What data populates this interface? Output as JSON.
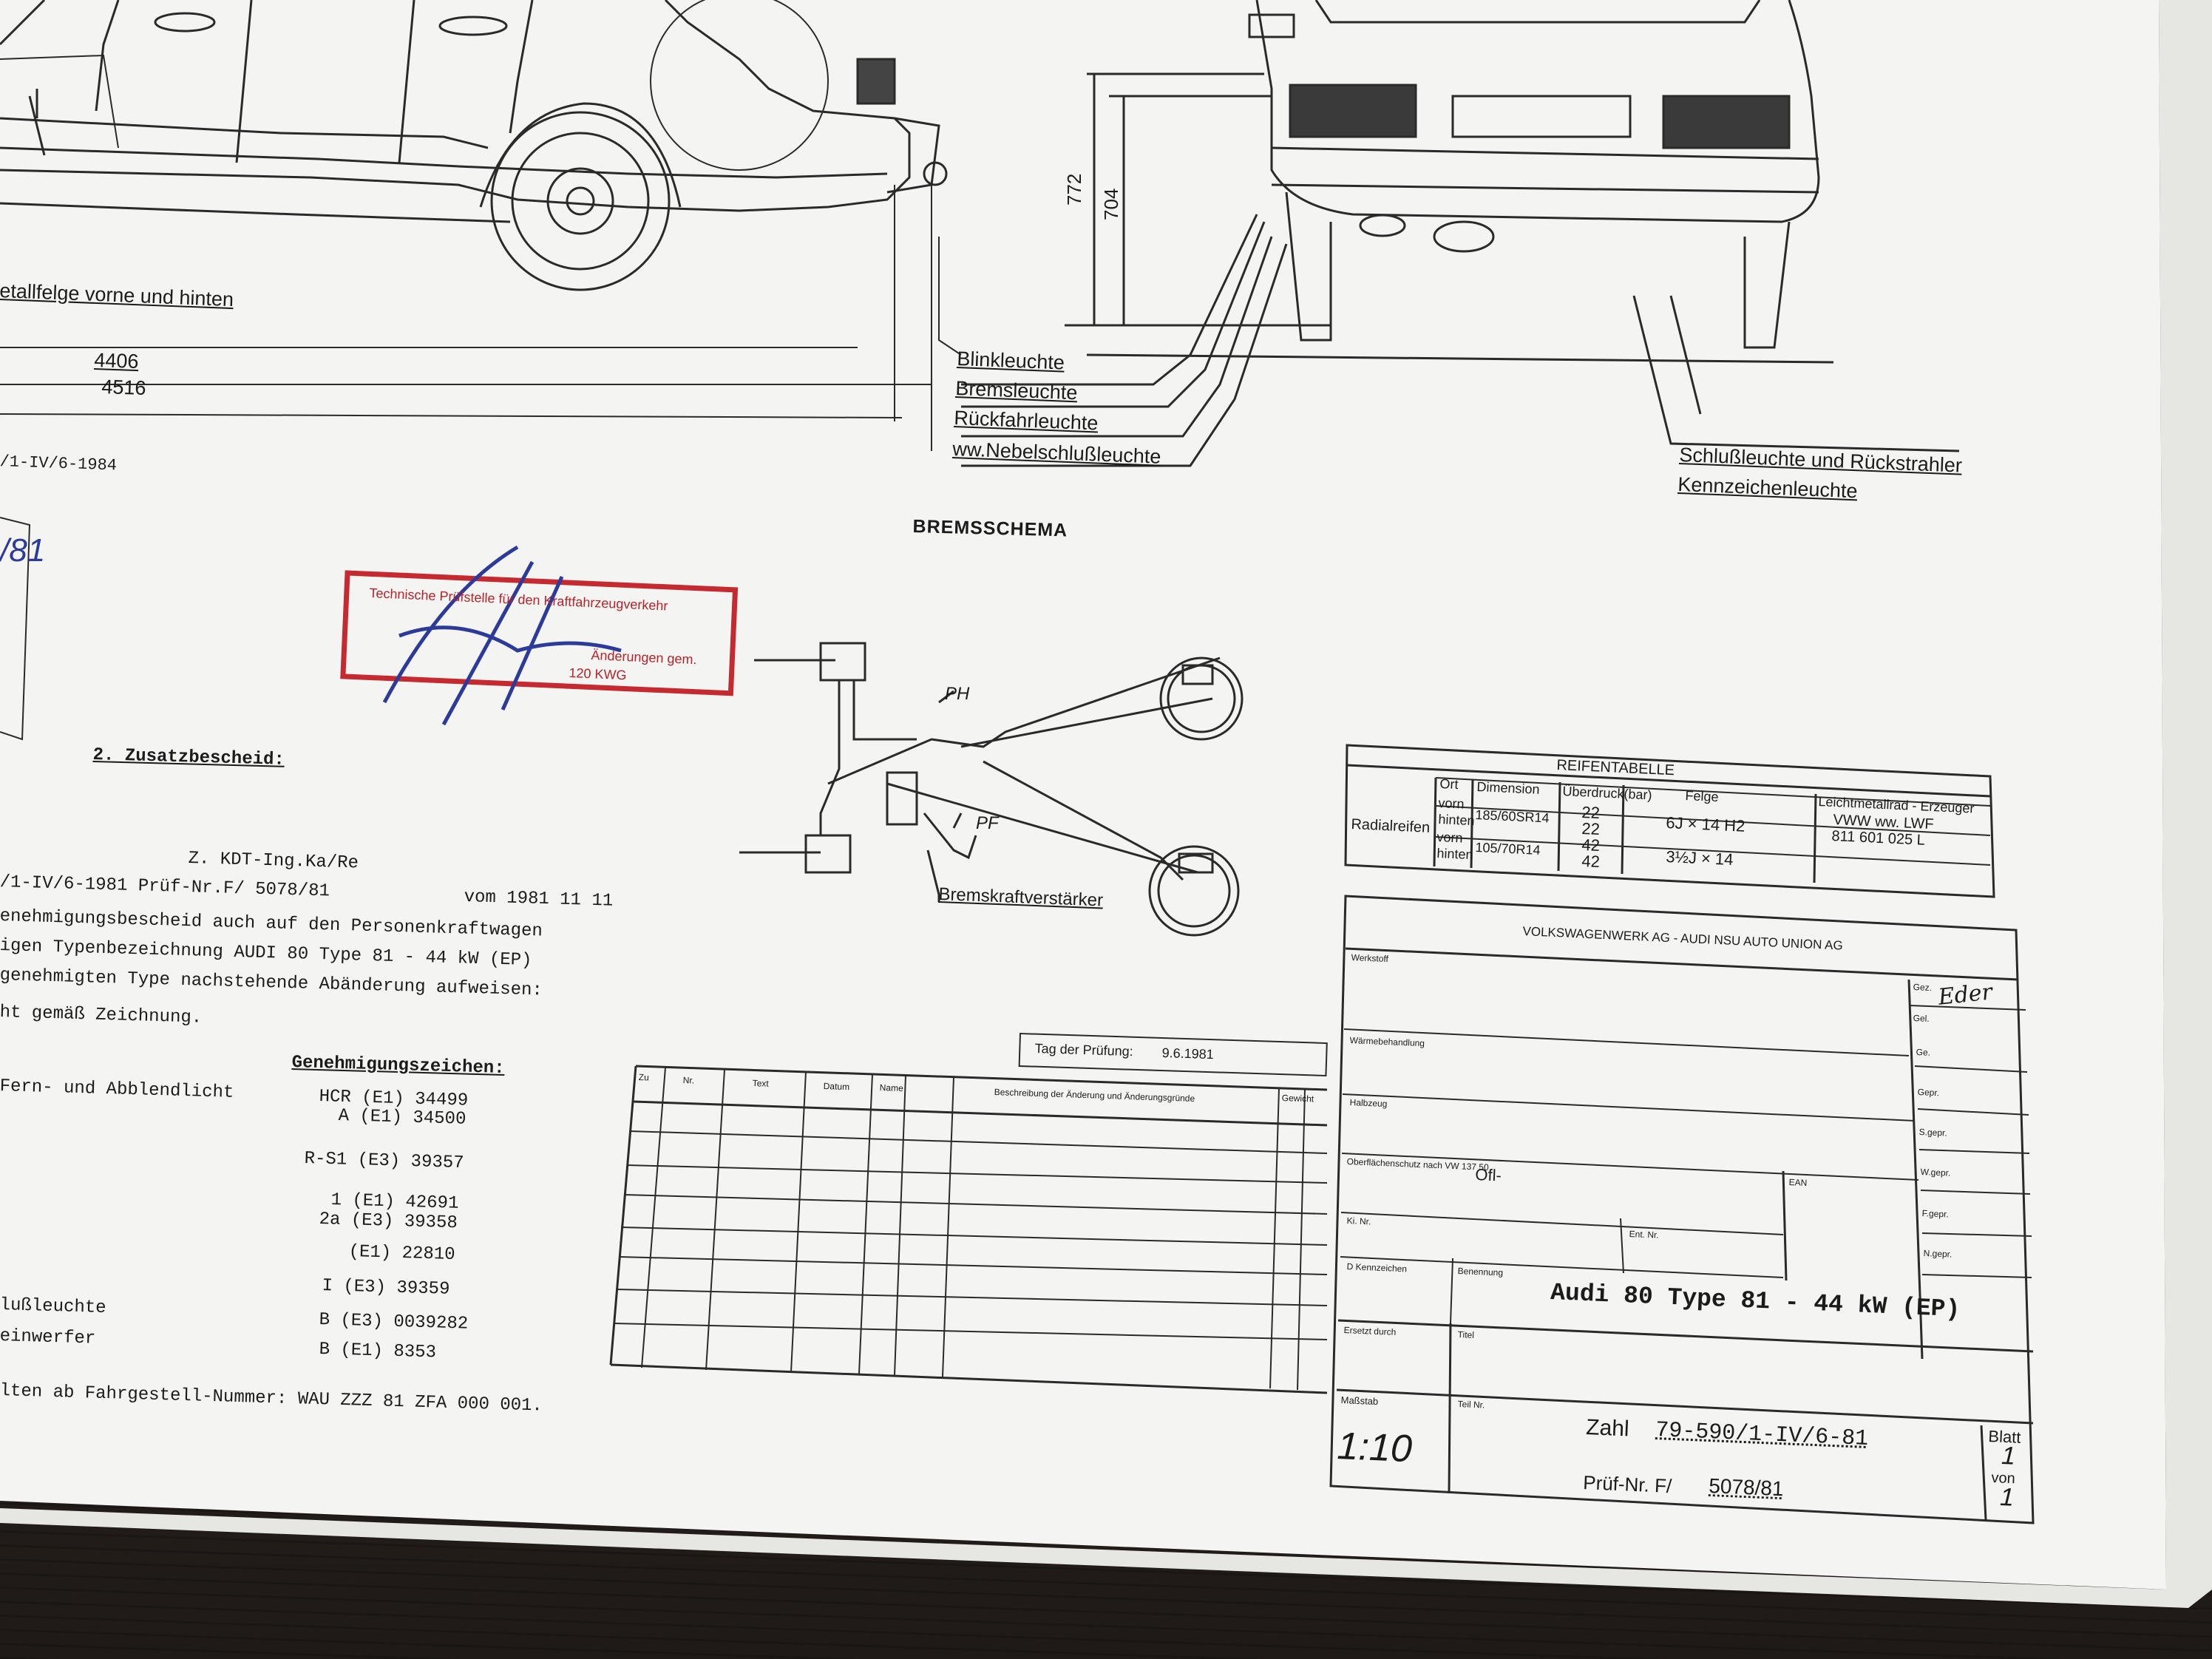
{
  "drawing": {
    "side_notes": {
      "rim_label": "etallfelge vorne und hinten",
      "dim_upper": "4406",
      "dim_lower": "4516",
      "ref_code": "/1-IV/6-1984"
    },
    "rear_dims": {
      "outer": "772",
      "inner": "704"
    },
    "light_labels": [
      "Blinkleuchte",
      "Bremsleuchte",
      "Rückfahrleuchte",
      "ww.Nebelschlußleuchte"
    ],
    "right_labels": [
      "Schlußleuchte und Rückstrahler",
      "Kennzeichenleuchte"
    ],
    "brake": {
      "title": "BREMSSCHEMA",
      "ph": "PH",
      "pf": "PF",
      "booster": "Bremskraftverstärker"
    },
    "left_fragment": "/81",
    "stamp": {
      "line1": "Technische Prüfstelle für den Kraftfahrzeugverkehr",
      "line2": "Änderungen gem.",
      "line3": "120 KWG"
    }
  },
  "document": {
    "heading": "2. Zusatzbescheid:",
    "ref_line": "Z.   KDT-Ing.Ka/Re",
    "line1": "/1-IV/6-1981   Prüf-Nr.F/ 5078/81",
    "line1_right": "vom   1981 11 11",
    "line2": "enehmigungsbescheid auch auf den Personenkraftwagen",
    "line3": "igen Typenbezeichnung  AUDI 80 Type 81 - 44 kW (EP)",
    "line4": " genehmigten Type nachstehende Abänderung aufweisen:",
    "line5": "ht gemäß Zeichnung.",
    "approvals_header": "Genehmigungszeichen:",
    "item_label_1": " Fern- und Abblendlicht",
    "codes": [
      "HCR (E1) 34499",
      "A (E1) 34500",
      "R-S1 (E3) 39357",
      "1 (E1) 42691",
      "2a (E3) 39358",
      "(E1) 22810",
      "I (E3) 39359",
      "B (E3) 0039282",
      "B (E1) 8353"
    ],
    "item_label_2": "lußleuchte",
    "item_label_3": "einwerfer",
    "footer": "lten ab Fahrgestell-Nummer: WAU ZZZ 81 ZFA 000 001."
  },
  "tire_table": {
    "title": "REIFENTABELLE",
    "headers": [
      "Ort",
      "Dimension",
      "Überdruck(bar)",
      "Felge",
      "Leichtmetallrad - Erzeuger"
    ],
    "row_label": "Radialreifen",
    "rows": [
      {
        "pos": "vorn",
        "dim": "185/60SR14",
        "pressure": "22",
        "rim": "6J × 14 H2",
        "maker": "VWW ww. LWF"
      },
      {
        "pos": "hinten",
        "dim": "",
        "pressure": "22",
        "rim": "",
        "maker": "811 601 025 L"
      },
      {
        "pos": "vorn",
        "dim": "105/70R14",
        "pressure": "42",
        "rim": "3½J × 14",
        "maker": ""
      },
      {
        "pos": "hinten",
        "dim": "",
        "pressure": "42",
        "rim": "",
        "maker": ""
      }
    ]
  },
  "revision": {
    "test_date_label": "Tag der Prüfung:",
    "test_date": "9.6.1981",
    "headers": [
      "Zu",
      "Nr.",
      "Text",
      "Datum",
      "Name",
      "",
      "Beschreibung der Änderung und Änderungsgründe",
      "Gewicht"
    ]
  },
  "title_block": {
    "company": "VOLKSWAGENWERK AG - AUDI NSU AUTO UNION AG",
    "werkstoff": "Werkstoff",
    "behandlung": "Wärmebehandlung",
    "halbzeug": "Halbzeug",
    "oberflaeche": "Oberflächenschutz nach VW 137 50",
    "oberflaeche_val": "Ofl-",
    "ean": "EAN",
    "ki_nr": "Ki. Nr.",
    "ent_nr": "Ent. Nr.",
    "kennzeichen": "D Kennzeichen",
    "benennung": "Benennung",
    "benennung_val": "Audi 80 Type 81 - 44 kW (EP)",
    "ersatz": "Ersetzt durch",
    "titel": "Titel",
    "massstab": "Maßstab",
    "massstab_val": "1:10",
    "teil_nr": "Teil Nr.",
    "zahl_label": "Zahl",
    "zahl": "79-590/1-IV/6-81",
    "pruef_label": "Prüf-Nr. F/",
    "pruef": "5078/81",
    "blatt_label": "Blatt",
    "blatt": "1",
    "von_label": "von",
    "von": "1",
    "side_labels": [
      "Gez.",
      "Gel.",
      "Ge.",
      "Gepr.",
      "S.gepr.",
      "W.gepr.",
      "F.gepr.",
      "N.gepr."
    ],
    "signature": "Eder"
  }
}
